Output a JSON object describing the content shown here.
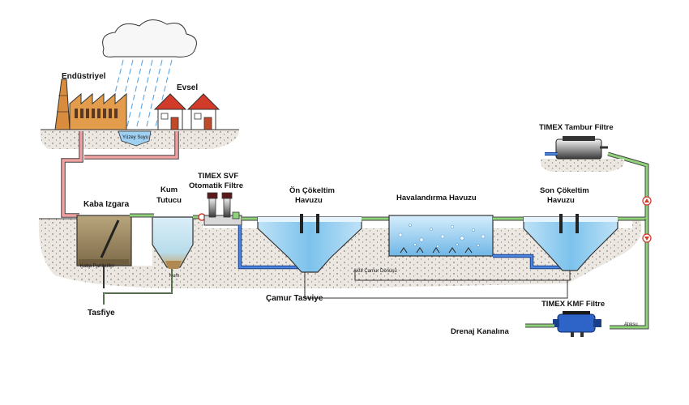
{
  "labels": {
    "industrial": "Endüstriyel",
    "domestic": "Evsel",
    "rain_water": "Yüzey Suyu",
    "coarse_screen": "Kaba Izgara",
    "coarse_particles": "Kaba Partiküller",
    "sand_trap_line1": "Kum",
    "sand_trap_line2": "Tutucu",
    "sand": "Kum",
    "svf_line1": "TIMEX SVF",
    "svf_line2": "Otomatik Filtre",
    "pre_settling_line1": "Ön Çökeltim",
    "pre_settling_line2": "Havuzu",
    "aeration": "Havalandırma Havuzu",
    "final_settling_line1": "Son Çökeltim",
    "final_settling_line2": "Havuzu",
    "drum_filter": "TIMEX Tambur Filtre",
    "return_sludge": "Aktif Çamur Dönüşü",
    "sludge_removal": "Çamur Tasviye",
    "drain": "Tasfiye",
    "kmf_filter": "TIMEX KMF Filtre",
    "drain_channel": "Drenaj Kanalına",
    "waste": "Atıksu"
  },
  "colors": {
    "ground": "#ebe6df",
    "water": "#8ac8ee",
    "pipe_green": "#8fd27a",
    "pipe_pink": "#f0a0a0",
    "pipe_blue": "#2e64c8",
    "factory": "#e09a4a",
    "roof": "#d23a2a",
    "sludge": "#a8926a"
  }
}
